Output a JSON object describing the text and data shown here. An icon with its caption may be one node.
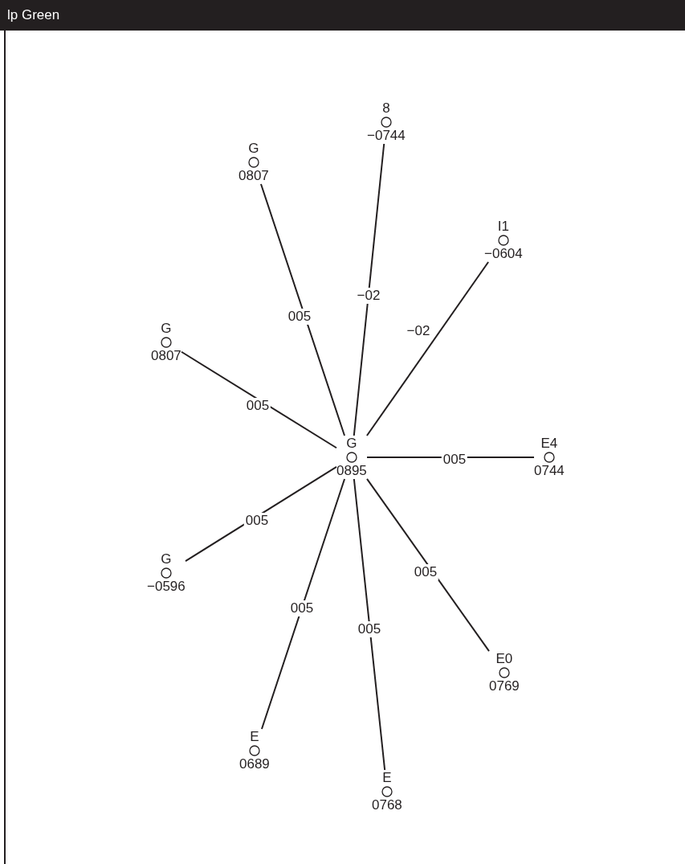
{
  "diagram": {
    "title": "lp Green",
    "nodes": [
      {
        "text": [
          "G",
          "0895"
        ]
      },
      {
        "text": [
          "8",
          "−0744"
        ]
      },
      {
        "text": [
          "G",
          "0807"
        ]
      },
      {
        "text": [
          "I1",
          "−0604"
        ]
      },
      {
        "text": [
          "G",
          "0807"
        ]
      },
      {
        "text": [
          "E4",
          "0744"
        ]
      },
      {
        "text": [
          "G",
          "−0596"
        ]
      },
      {
        "text": [
          "E0",
          "0769"
        ]
      },
      {
        "text": [
          "E",
          "0689"
        ]
      },
      {
        "text": [
          "E",
          "0768"
        ]
      }
    ],
    "edges": [
      {
        "from": 0,
        "to": 1,
        "arrow": "none",
        "label": "−02"
      },
      {
        "from": 0,
        "to": 2,
        "arrow": "none",
        "label": "005"
      },
      {
        "from": 0,
        "to": 3,
        "arrow": "none",
        "label": "−02"
      },
      {
        "from": 0,
        "to": 4,
        "arrow": "none",
        "label": "005"
      },
      {
        "from": 0,
        "to": 5,
        "arrow": "none",
        "label": "005"
      },
      {
        "from": 0,
        "to": 6,
        "arrow": "none",
        "label": "005"
      },
      {
        "from": 0,
        "to": 7,
        "arrow": "none",
        "label": "005"
      },
      {
        "from": 0,
        "to": 8,
        "arrow": "none",
        "label": "005"
      },
      {
        "from": 0,
        "to": 9,
        "arrow": "none",
        "label": "005"
      }
    ]
  }
}
